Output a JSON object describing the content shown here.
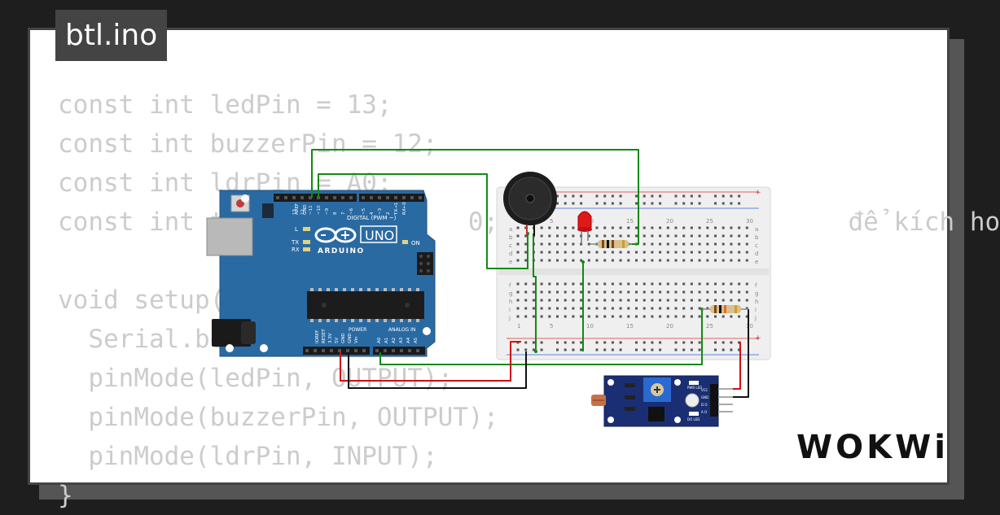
{
  "tab": {
    "filename": "btl.ino"
  },
  "code_lines": [
    "const int ledPin = 13;",
    "const int buzzerPin = 12;",
    "const int ldrPin = A0;",
    "const int t                0;  //                   để kích ho",
    "",
    "void setup(",
    "  Serial.be",
    "  pinMode(ledPin, OUTPUT);",
    "  pinMode(buzzerPin, OUTPUT);",
    "  pinMode(ldrPin, INPUT);",
    "}"
  ],
  "board": {
    "brand": "ARDUINO",
    "model": "UNO",
    "on_label": "ON",
    "led_l": "L",
    "led_tx": "TX",
    "led_rx": "RX",
    "digital_label": "DIGITAL (PWM ~)",
    "analog_label": "ANALOG IN",
    "power_label": "POWER",
    "digital_pins": [
      "AREF",
      "GND",
      "13",
      "12",
      "~11",
      "~10",
      "~9",
      "8",
      "7",
      "~6",
      "~5",
      "4",
      "~3",
      "2",
      "TX→1",
      "RX←0"
    ],
    "power_pins": [
      "IOREF",
      "RESET",
      "3.3V",
      "5V",
      "GND",
      "GND",
      "Vin"
    ],
    "analog_pins": [
      "A0",
      "A1",
      "A2",
      "A3",
      "A4",
      "A5"
    ]
  },
  "breadboard": {
    "column_numbers": [
      "1",
      "5",
      "10",
      "15",
      "20",
      "25",
      "30"
    ],
    "row_letters_top": [
      "a",
      "b",
      "c",
      "d",
      "e"
    ],
    "row_letters_bottom": [
      "f",
      "g",
      "h",
      "i",
      "j"
    ],
    "rail_plus": "+",
    "rail_minus": "-"
  },
  "sensor_module": {
    "pin_labels": [
      "VCC",
      "GND",
      "D O",
      "A O"
    ],
    "led_labels": [
      "PWR LED",
      "DO LED"
    ]
  },
  "footer": {
    "brand": "WOKWi"
  },
  "colors": {
    "board_blue": "#2a6aa3",
    "breadboard": "#efefef",
    "wire_green": "#138a13",
    "wire_red": "#d01010",
    "wire_black": "#111111",
    "code_text": "#cccccc",
    "tab_bg": "#444444"
  }
}
